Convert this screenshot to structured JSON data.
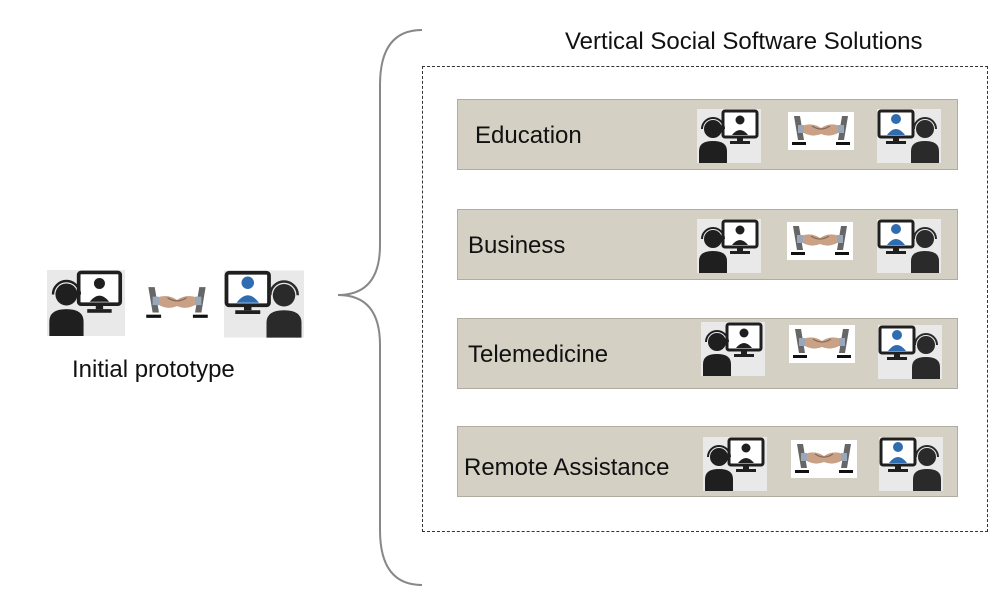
{
  "title": "Vertical Social Software Solutions",
  "prototype": {
    "label": "Initial prototype"
  },
  "rows": [
    {
      "label": "Education"
    },
    {
      "label": "Business"
    },
    {
      "label": "Telemedicine"
    },
    {
      "label": "Remote Assistance"
    }
  ],
  "colors": {
    "row_fill": "#d4d0c3",
    "agent_blue": "#2f6db0",
    "figure_dark": "#1f1f1f"
  },
  "icons": [
    "user-at-computer-icon",
    "handshake-screens-icon",
    "agent-at-computer-icon"
  ]
}
